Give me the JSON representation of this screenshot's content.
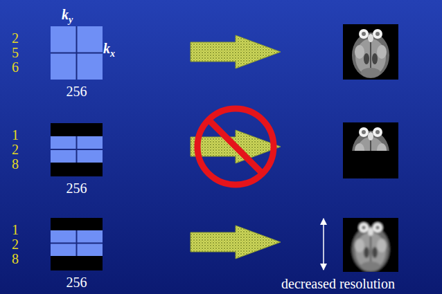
{
  "diagram": {
    "nodes": [
      {
        "text": [
          "ky",
          "256",
          "kx",
          "256"
        ]
      },
      {
        "text": [
          "128",
          "256"
        ]
      },
      {
        "text": [
          "128",
          "256"
        ]
      }
    ],
    "labels": [
      "decreased resolution"
    ]
  }
}
